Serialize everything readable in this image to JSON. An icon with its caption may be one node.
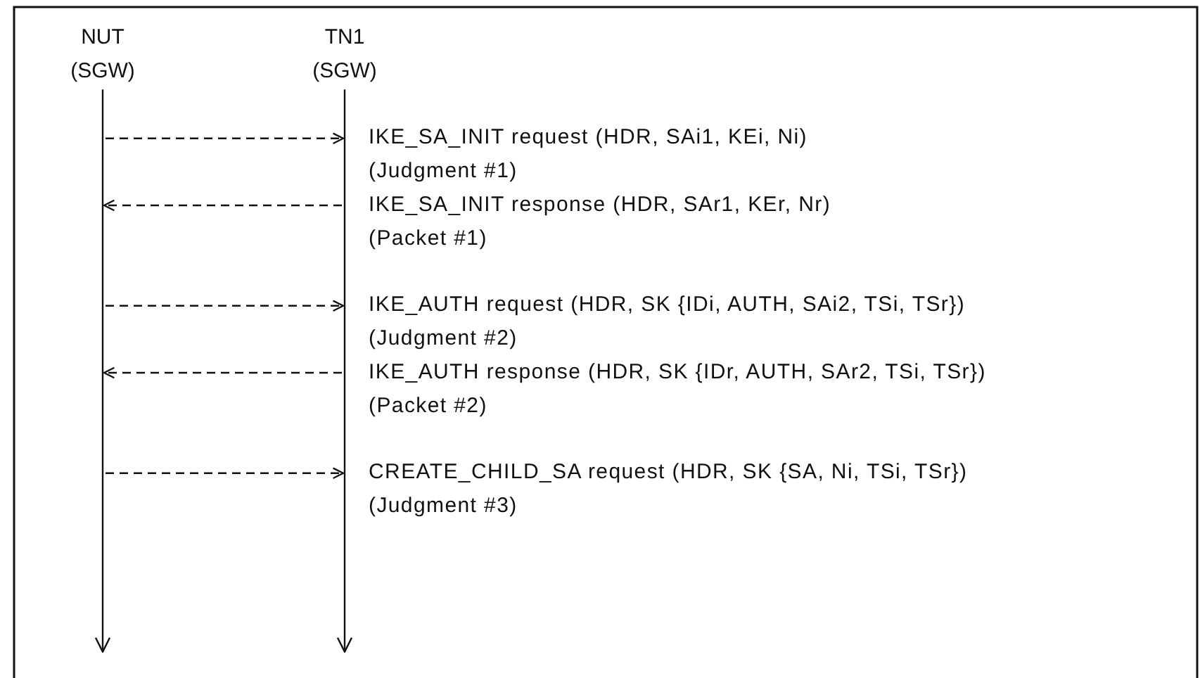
{
  "diagram": {
    "nodes": [
      {
        "text": [
          "NUT (SGW)"
        ]
      },
      {
        "text": [
          "TN1 (SGW)"
        ]
      }
    ],
    "edges": [
      {
        "from": 0,
        "to": 1,
        "arrow": "to",
        "label": "IKE_SA_INIT request (HDR, SAi1, KEi, Ni)"
      },
      {
        "from": 1,
        "to": 0,
        "arrow": "to",
        "label": "IKE_SA_INIT response (HDR, SAr1, KEr, Nr)"
      },
      {
        "from": 0,
        "to": 1,
        "arrow": "to",
        "label": "IKE_AUTH request (HDR, SK {IDi, AUTH, SAi2, TSi, TSr})"
      },
      {
        "from": 1,
        "to": 0,
        "arrow": "to",
        "label": "IKE_AUTH response (HDR, SK {IDr, AUTH, SAr2, TSi, TSr})"
      },
      {
        "from": 0,
        "to": 1,
        "arrow": "to",
        "label": "CREATE_CHILD_SA request (HDR, SK {SA, Ni, TSi, TSr})"
      }
    ],
    "labels": [
      "(Judgment #1)",
      "(Packet #1)",
      "(Judgment #2)",
      "(Packet #2)",
      "(Judgment #3)"
    ]
  }
}
